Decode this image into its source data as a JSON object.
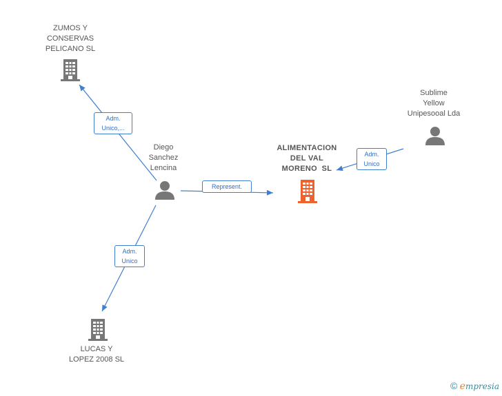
{
  "nodes": {
    "zumos": {
      "type": "company",
      "label_lines": [
        "ZUMOS Y",
        "CONSERVAS",
        "PELICANO SL"
      ],
      "color": "#777777"
    },
    "diego": {
      "type": "person",
      "label_lines": [
        "Diego",
        "Sanchez",
        "Lencina"
      ],
      "color": "#777777"
    },
    "alimentacion": {
      "type": "company",
      "label_lines": [
        "ALIMENTACION",
        "DEL VAL",
        "MORENO  SL"
      ],
      "color": "#f0622d"
    },
    "sublime": {
      "type": "person",
      "label_lines": [
        "Sublime",
        "Yellow",
        "Unipesooal Lda"
      ],
      "color": "#777777"
    },
    "lucas": {
      "type": "company",
      "label_lines": [
        "LUCAS Y",
        "LOPEZ 2008 SL"
      ],
      "color": "#777777"
    }
  },
  "edges": {
    "diego_zumos": {
      "label_lines": [
        "Adm.",
        "Unico,..."
      ]
    },
    "diego_alimentacion": {
      "label_lines": [
        "Represent."
      ]
    },
    "sublime_alimentacion": {
      "label_lines": [
        "Adm.",
        "Unico"
      ]
    },
    "diego_lucas": {
      "label_lines": [
        "Adm.",
        "Unico"
      ]
    }
  },
  "colors": {
    "edge": "#3f7fd0",
    "node_gray": "#777777",
    "node_highlight": "#f0622d"
  },
  "footer": {
    "copyright_symbol": "©",
    "brand_initial": "e",
    "brand_rest": "mpresia"
  }
}
